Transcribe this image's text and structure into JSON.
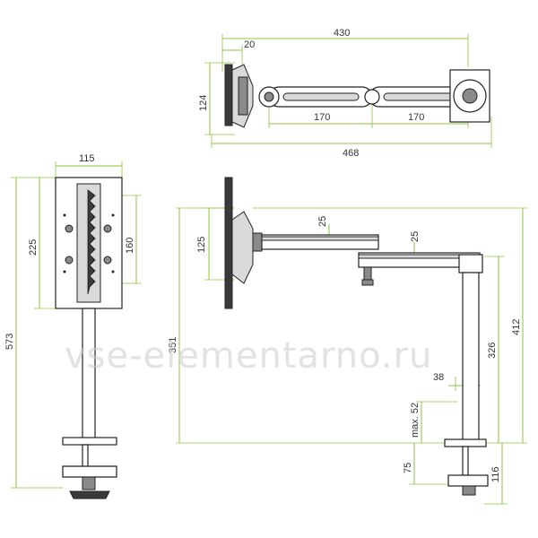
{
  "dimensions": {
    "top_total_width": "430",
    "top_offset": "20",
    "top_height": "124",
    "top_arm_1": "170",
    "top_arm_2": "170",
    "top_overall": "468",
    "front_width": "115",
    "front_height_outer": "225",
    "front_height_inner": "160",
    "front_total_height": "573",
    "side_plate": "125",
    "side_arm_thick_1": "25",
    "side_arm_thick_2": "25",
    "side_reach": "351",
    "side_total_height": "412",
    "side_column_height": "326",
    "side_column_width": "38",
    "side_max_desk": "max. 52",
    "side_clamp": "75",
    "side_base": "116"
  },
  "watermark": "vse-elementarno.ru"
}
